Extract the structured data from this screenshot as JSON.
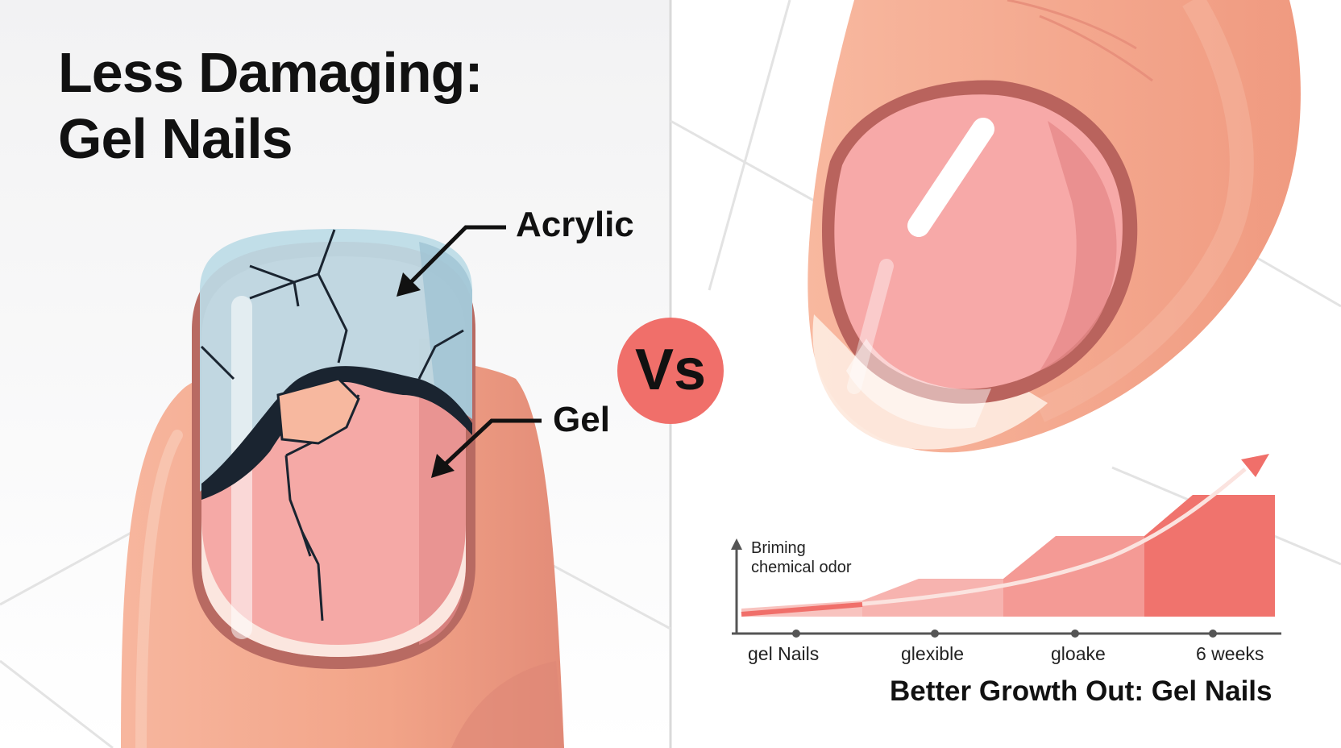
{
  "title": {
    "line1": "Less Damaging:",
    "line2": "Gel Nails"
  },
  "callouts": {
    "acrylic": "Acrylic",
    "gel": "Gel"
  },
  "vs": "Vs",
  "growth_chart": {
    "y_label_lines": [
      "Briming",
      "chemical odor"
    ],
    "x_labels": [
      "gel Nails",
      "glexible",
      "gloake",
      "6 weeks"
    ],
    "title": "Better Growth Out: Gel Nails",
    "trend": "rising"
  },
  "colors": {
    "skin": "#f4a68c",
    "nail_pink": "#f7a9a8",
    "acrylic_blue": "#bcdbe6",
    "accent_coral": "#f06f6a",
    "text": "#111111"
  }
}
